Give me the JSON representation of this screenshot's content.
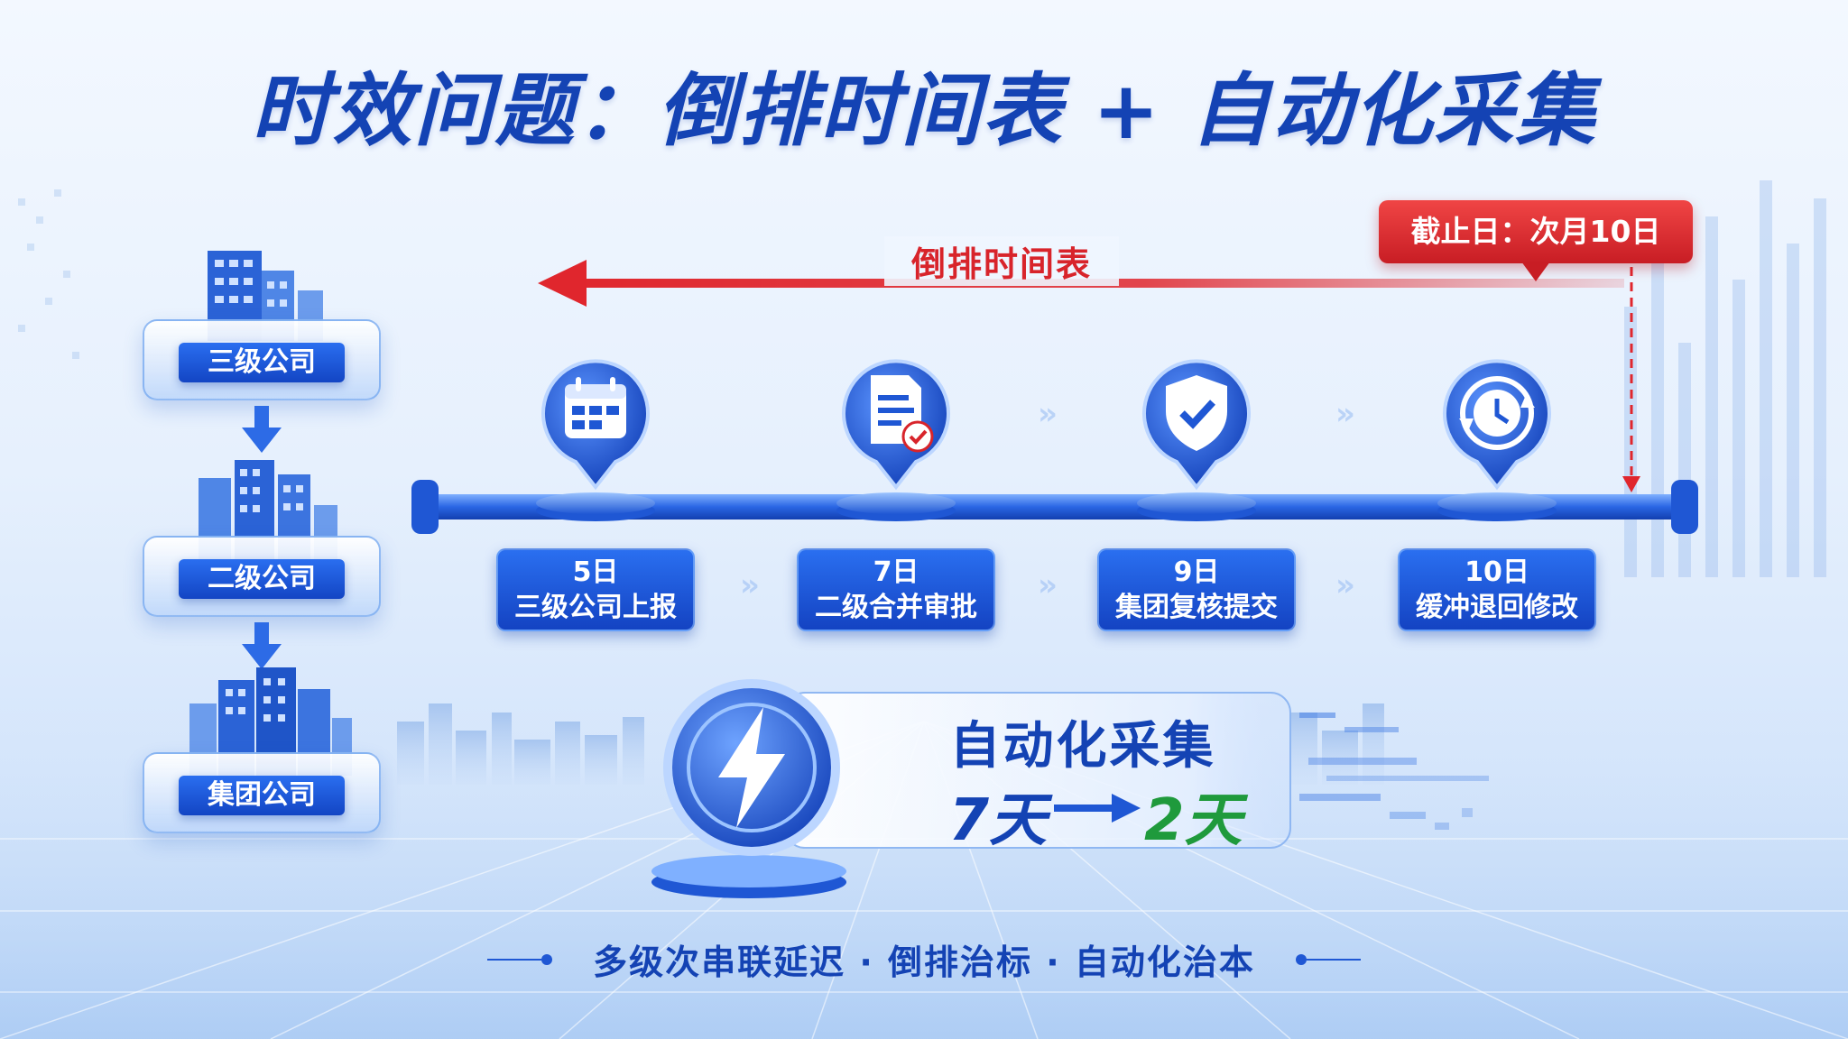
{
  "title": "时效问题：倒排时间表 + 自动化采集",
  "hierarchy": [
    "三级公司",
    "二级公司",
    "集团公司"
  ],
  "backward_label": "倒排时间表",
  "deadline": "截止日：次月10日",
  "steps": [
    {
      "day": "5日",
      "task": "三级公司上报",
      "icon": "calendar-icon"
    },
    {
      "day": "7日",
      "task": "二级合并审批",
      "icon": "document-check-icon"
    },
    {
      "day": "9日",
      "task": "集团复核提交",
      "icon": "shield-check-icon"
    },
    {
      "day": "10日",
      "task": "缓冲退回修改",
      "icon": "clock-refresh-icon"
    }
  ],
  "automation": {
    "title": "自动化采集",
    "from": "7天",
    "to": "2天",
    "icon": "lightning-icon"
  },
  "footer": "多级次串联延迟 · 倒排治标 · 自动化治本",
  "colors": {
    "primary": "#1443b4",
    "accent_red": "#d8242b",
    "accent_green": "#1f9a3c"
  }
}
